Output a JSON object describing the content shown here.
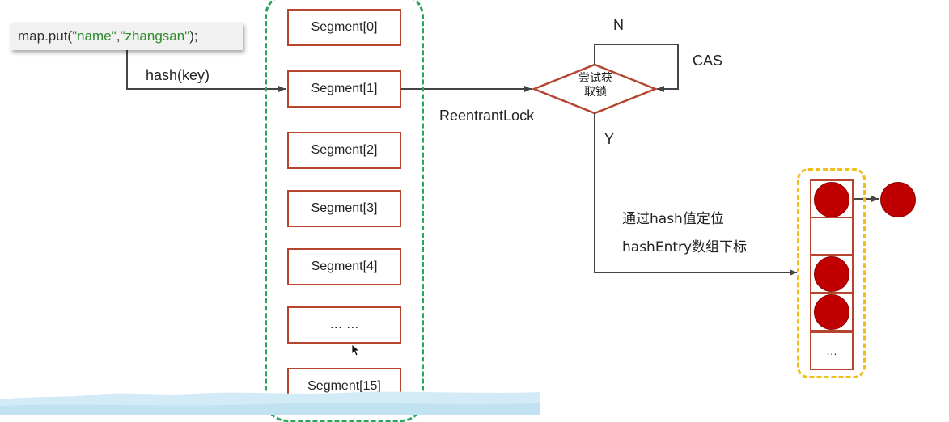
{
  "code": {
    "prefix": "map.put(",
    "arg1": "\"name\"",
    "comma": ",",
    "arg2": "\"zhangsan\"",
    "suffix": ");"
  },
  "hash_label": "hash(key)",
  "segments": [
    "Segment[0]",
    "Segment[1]",
    "Segment[2]",
    "Segment[3]",
    "Segment[4]",
    "… …",
    "Segment[15]"
  ],
  "lock_label": "ReentrantLock",
  "decision": {
    "line1": "尝试获",
    "line2": "取锁"
  },
  "no_label": "N",
  "cas_label": "CAS",
  "yes_label": "Y",
  "locate": {
    "line1": "通过hash值定位",
    "line2": "hashEntry数组下标"
  },
  "bucket_last": "…",
  "colors": {
    "segment_border": "#b5452e",
    "segment_group": "#2aa55a",
    "bucket_group": "#f0be1a",
    "node": "#c00000",
    "arrow": "#444444"
  }
}
